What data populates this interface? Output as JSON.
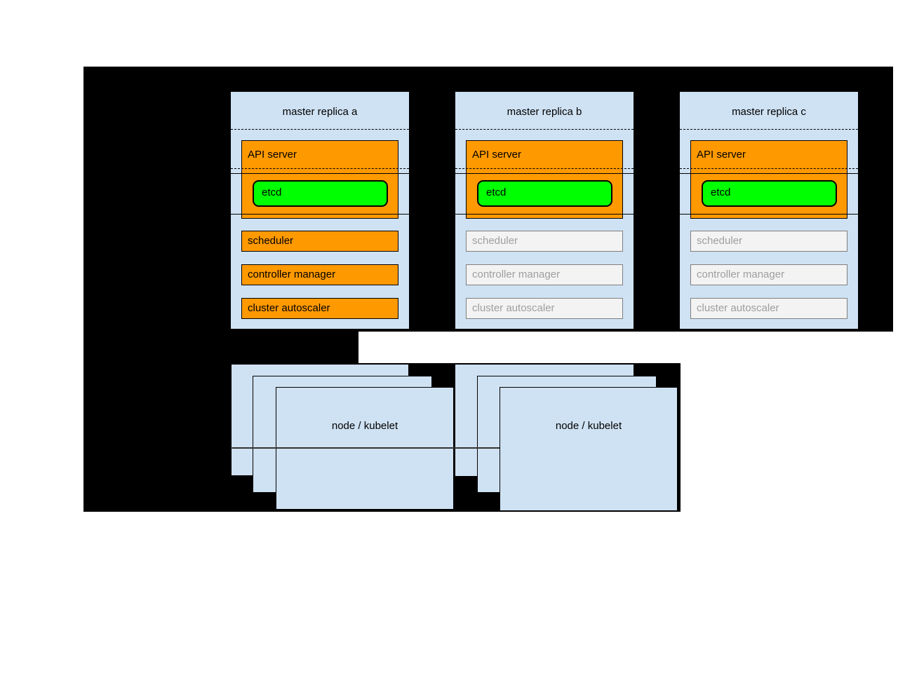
{
  "masters": [
    {
      "title": "master replica a",
      "state": "active",
      "api_server": "API server",
      "etcd": "etcd",
      "scheduler": "scheduler",
      "controller_manager": "controller manager",
      "cluster_autoscaler": "cluster autoscaler"
    },
    {
      "title": "master replica b",
      "state": "inactive",
      "api_server": "API server",
      "etcd": "etcd",
      "scheduler": "scheduler",
      "controller_manager": "controller manager",
      "cluster_autoscaler": "cluster autoscaler"
    },
    {
      "title": "master replica c",
      "state": "inactive",
      "api_server": "API server",
      "etcd": "etcd",
      "scheduler": "scheduler",
      "controller_manager": "controller manager",
      "cluster_autoscaler": "cluster autoscaler"
    }
  ],
  "nodes": [
    {
      "label": "node / kubelet"
    },
    {
      "label": "node / kubelet"
    }
  ],
  "colors": {
    "panel_background": "#000000",
    "box_fill": "#cfe2f3",
    "active_component_fill": "#ff9900",
    "etcd_fill": "#00ff00",
    "inactive_component_fill": "#f3f3f3",
    "inactive_component_text": "#9e9e9e",
    "inactive_component_border": "#7f7f7f"
  }
}
